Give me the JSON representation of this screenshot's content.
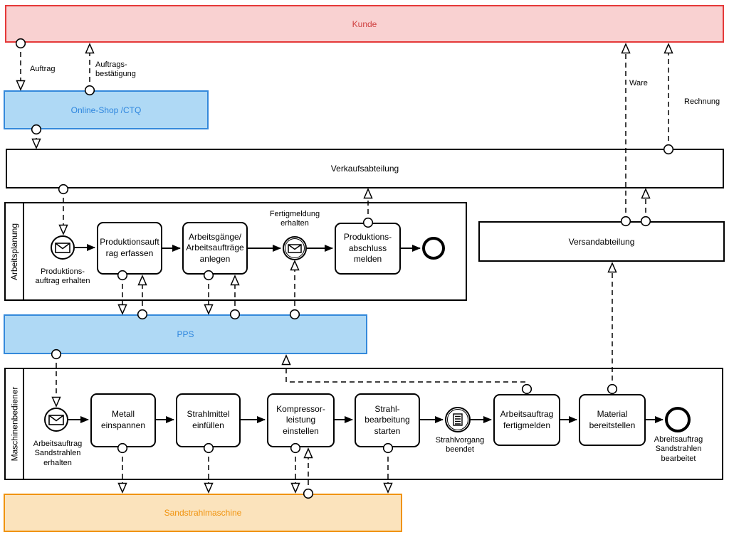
{
  "colors": {
    "red_fill": "#F9D1D1",
    "red_stroke": "#E53939",
    "red_text": "#CF4040",
    "blue_fill": "#AFD9F5",
    "blue_stroke": "#3489DB",
    "blue_text": "#2E86DE",
    "orange_fill": "#FBE3BC",
    "orange_stroke": "#F0930E",
    "orange_text": "#F0930E",
    "line": "#000000"
  },
  "pools": {
    "kunde": "Kunde",
    "online_shop": "Online-Shop /CTQ",
    "verkauf": "Verkaufsabteilung",
    "arbeitsplanung": "Arbeitsplanung",
    "versand": "Versandabteilung",
    "pps": "PPS",
    "maschinenbediener": "Maschinenbediener",
    "sandstrahlmaschine": "Sandstrahlmaschine"
  },
  "flows": {
    "auftrag": "Auftrag",
    "auftragsbestaetigung": "Auftrags-\nbestätigung",
    "ware": "Ware",
    "rechnung": "Rechnung"
  },
  "planning": {
    "start_label": "Produktions-\nauftrag erhalten",
    "task1": "Produktionsauft\nrag erfassen",
    "task2": "Arbeitsgänge/\nArbeitsaufträge\nanlegen",
    "catch_label": "Fertigmeldung\nerhalten",
    "task3": "Produktions-\nabschluss\nmelden"
  },
  "machine": {
    "start_label": "Arbeitsauftrag\nSandstrahlen\nerhalten",
    "task1": "Metall\neinspannen",
    "task2": "Strahlmittel\neinfüllen",
    "task3": "Kompressor-\nleistung\neinstellen",
    "task4": "Strahl-\nbearbeitung\nstarten",
    "cond_label": "Strahlvorgang\nbeendet",
    "task5": "Arbeitsauftrag\nfertigmelden",
    "task6": "Material\nbereitstellen",
    "end_label": "Abreitsauftrag\nSandstrahlen\nbearbeitet"
  }
}
